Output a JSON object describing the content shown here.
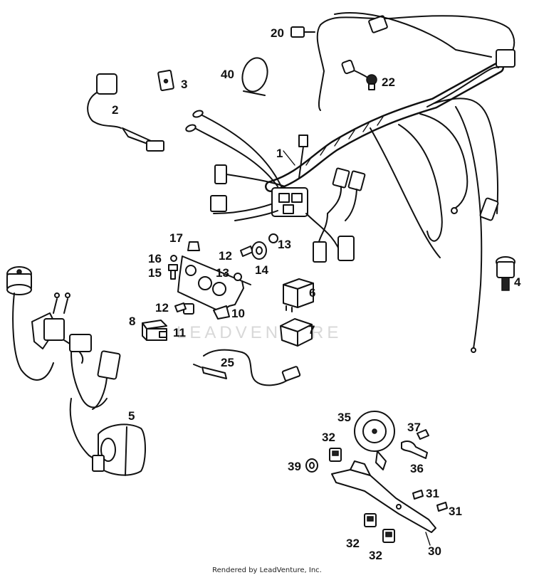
{
  "watermark": "LEADVENTURE",
  "footer": "Rendered by LeadVenture, Inc.",
  "callouts": {
    "c1": "1",
    "c2": "2",
    "c3": "3",
    "c4": "4",
    "c5": "5",
    "c6": "6",
    "c7": "7",
    "c8": "8",
    "c10": "10",
    "c11": "11",
    "c12a": "12",
    "c12b": "12",
    "c13a": "13",
    "c13b": "13",
    "c14": "14",
    "c15": "15",
    "c16": "16",
    "c17": "17",
    "c20": "20",
    "c22": "22",
    "c25": "25",
    "c30": "30",
    "c31a": "31",
    "c31b": "31",
    "c32a": "32",
    "c32b": "32",
    "c32c": "32",
    "c35": "35",
    "c36": "36",
    "c37": "37",
    "c39": "39",
    "c40": "40"
  }
}
